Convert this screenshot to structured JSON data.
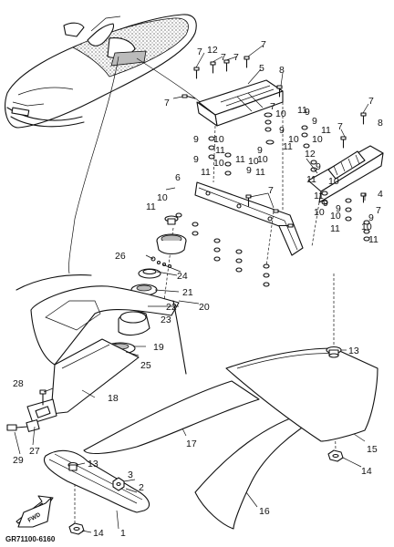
{
  "diagram": {
    "part_number": "GR71100-6160",
    "fwd_label": "FWD",
    "callouts": [
      {
        "id": "c7a",
        "text": "7"
      },
      {
        "id": "c12a",
        "text": "12"
      },
      {
        "id": "c7b",
        "text": "7"
      },
      {
        "id": "c7c",
        "text": "7"
      },
      {
        "id": "c7d",
        "text": "7"
      },
      {
        "id": "c5",
        "text": "5"
      },
      {
        "id": "c8a",
        "text": "8"
      },
      {
        "id": "c7e",
        "text": "7"
      },
      {
        "id": "c7f",
        "text": "7"
      },
      {
        "id": "c10a",
        "text": "10"
      },
      {
        "id": "c9a",
        "text": "9"
      },
      {
        "id": "c11a",
        "text": "11"
      },
      {
        "id": "c10b",
        "text": "10"
      },
      {
        "id": "c9b",
        "text": "9"
      },
      {
        "id": "c11b",
        "text": "11"
      },
      {
        "id": "c9c",
        "text": "9"
      },
      {
        "id": "c10c",
        "text": "10"
      },
      {
        "id": "c11c",
        "text": "11"
      },
      {
        "id": "c12b",
        "text": "12"
      },
      {
        "id": "c7g",
        "text": "7"
      },
      {
        "id": "c7h",
        "text": "7"
      },
      {
        "id": "c8b",
        "text": "8"
      },
      {
        "id": "c9d",
        "text": "9"
      },
      {
        "id": "c10d",
        "text": "10"
      },
      {
        "id": "c11d",
        "text": "11"
      },
      {
        "id": "c9e",
        "text": "9"
      },
      {
        "id": "c10e",
        "text": "10"
      },
      {
        "id": "c11e",
        "text": "11"
      },
      {
        "id": "c11f",
        "text": "11"
      },
      {
        "id": "c10f",
        "text": "10"
      },
      {
        "id": "c9f",
        "text": "9"
      },
      {
        "id": "c9g",
        "text": "9"
      },
      {
        "id": "c10g",
        "text": "10"
      },
      {
        "id": "c11g",
        "text": "11"
      },
      {
        "id": "c6",
        "text": "6"
      },
      {
        "id": "c7i",
        "text": "7"
      },
      {
        "id": "c4",
        "text": "4"
      },
      {
        "id": "c7j",
        "text": "7"
      },
      {
        "id": "c10h",
        "text": "10"
      },
      {
        "id": "c11h",
        "text": "11"
      },
      {
        "id": "c9h",
        "text": "9"
      },
      {
        "id": "c11i",
        "text": "11"
      },
      {
        "id": "c10i",
        "text": "10"
      },
      {
        "id": "c9i",
        "text": "9"
      },
      {
        "id": "c9j",
        "text": "9"
      },
      {
        "id": "c11j",
        "text": "11"
      },
      {
        "id": "c10j",
        "text": "10"
      },
      {
        "id": "c10k",
        "text": "10"
      },
      {
        "id": "c11k",
        "text": "11"
      },
      {
        "id": "c10l",
        "text": "10"
      },
      {
        "id": "c11l",
        "text": "11"
      },
      {
        "id": "c9k",
        "text": "9"
      },
      {
        "id": "c26",
        "text": "26"
      },
      {
        "id": "c24",
        "text": "24"
      },
      {
        "id": "c21",
        "text": "21"
      },
      {
        "id": "c20",
        "text": "20"
      },
      {
        "id": "c22",
        "text": "22"
      },
      {
        "id": "c23",
        "text": "23"
      },
      {
        "id": "c19",
        "text": "19"
      },
      {
        "id": "c25",
        "text": "25"
      },
      {
        "id": "c13a",
        "text": "13"
      },
      {
        "id": "c28",
        "text": "28"
      },
      {
        "id": "c18",
        "text": "18"
      },
      {
        "id": "c27",
        "text": "27"
      },
      {
        "id": "c29",
        "text": "29"
      },
      {
        "id": "c17",
        "text": "17"
      },
      {
        "id": "c15",
        "text": "15"
      },
      {
        "id": "c13b",
        "text": "13"
      },
      {
        "id": "c3",
        "text": "3"
      },
      {
        "id": "c2",
        "text": "2"
      },
      {
        "id": "c14a",
        "text": "14"
      },
      {
        "id": "c16",
        "text": "16"
      },
      {
        "id": "c14b",
        "text": "14"
      },
      {
        "id": "c1",
        "text": "1"
      }
    ]
  }
}
